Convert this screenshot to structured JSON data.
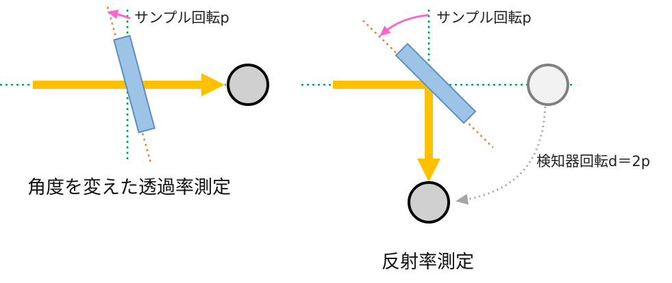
{
  "transmission": {
    "rotation_label": "サンプル回転p",
    "caption": "角度を変えた透過率測定"
  },
  "reflection": {
    "rotation_label": "サンプル回転p",
    "detector_label": "検知器回転d＝2p",
    "caption": "反射率測定"
  },
  "colors": {
    "beam": "#ffc000",
    "sample_fill": "#9dc3e6",
    "sample_stroke": "#5b8ec2",
    "axis_guide": "#00a651",
    "sample_normal": "#ed7d31",
    "rotation_arrow": "#ff66cc",
    "detector_fill": "#d0d0d0",
    "detector_ghost_fill": "#f2f2f2",
    "detector_ghost_stroke": "#808080",
    "detector_path": "#a6a6a6"
  }
}
